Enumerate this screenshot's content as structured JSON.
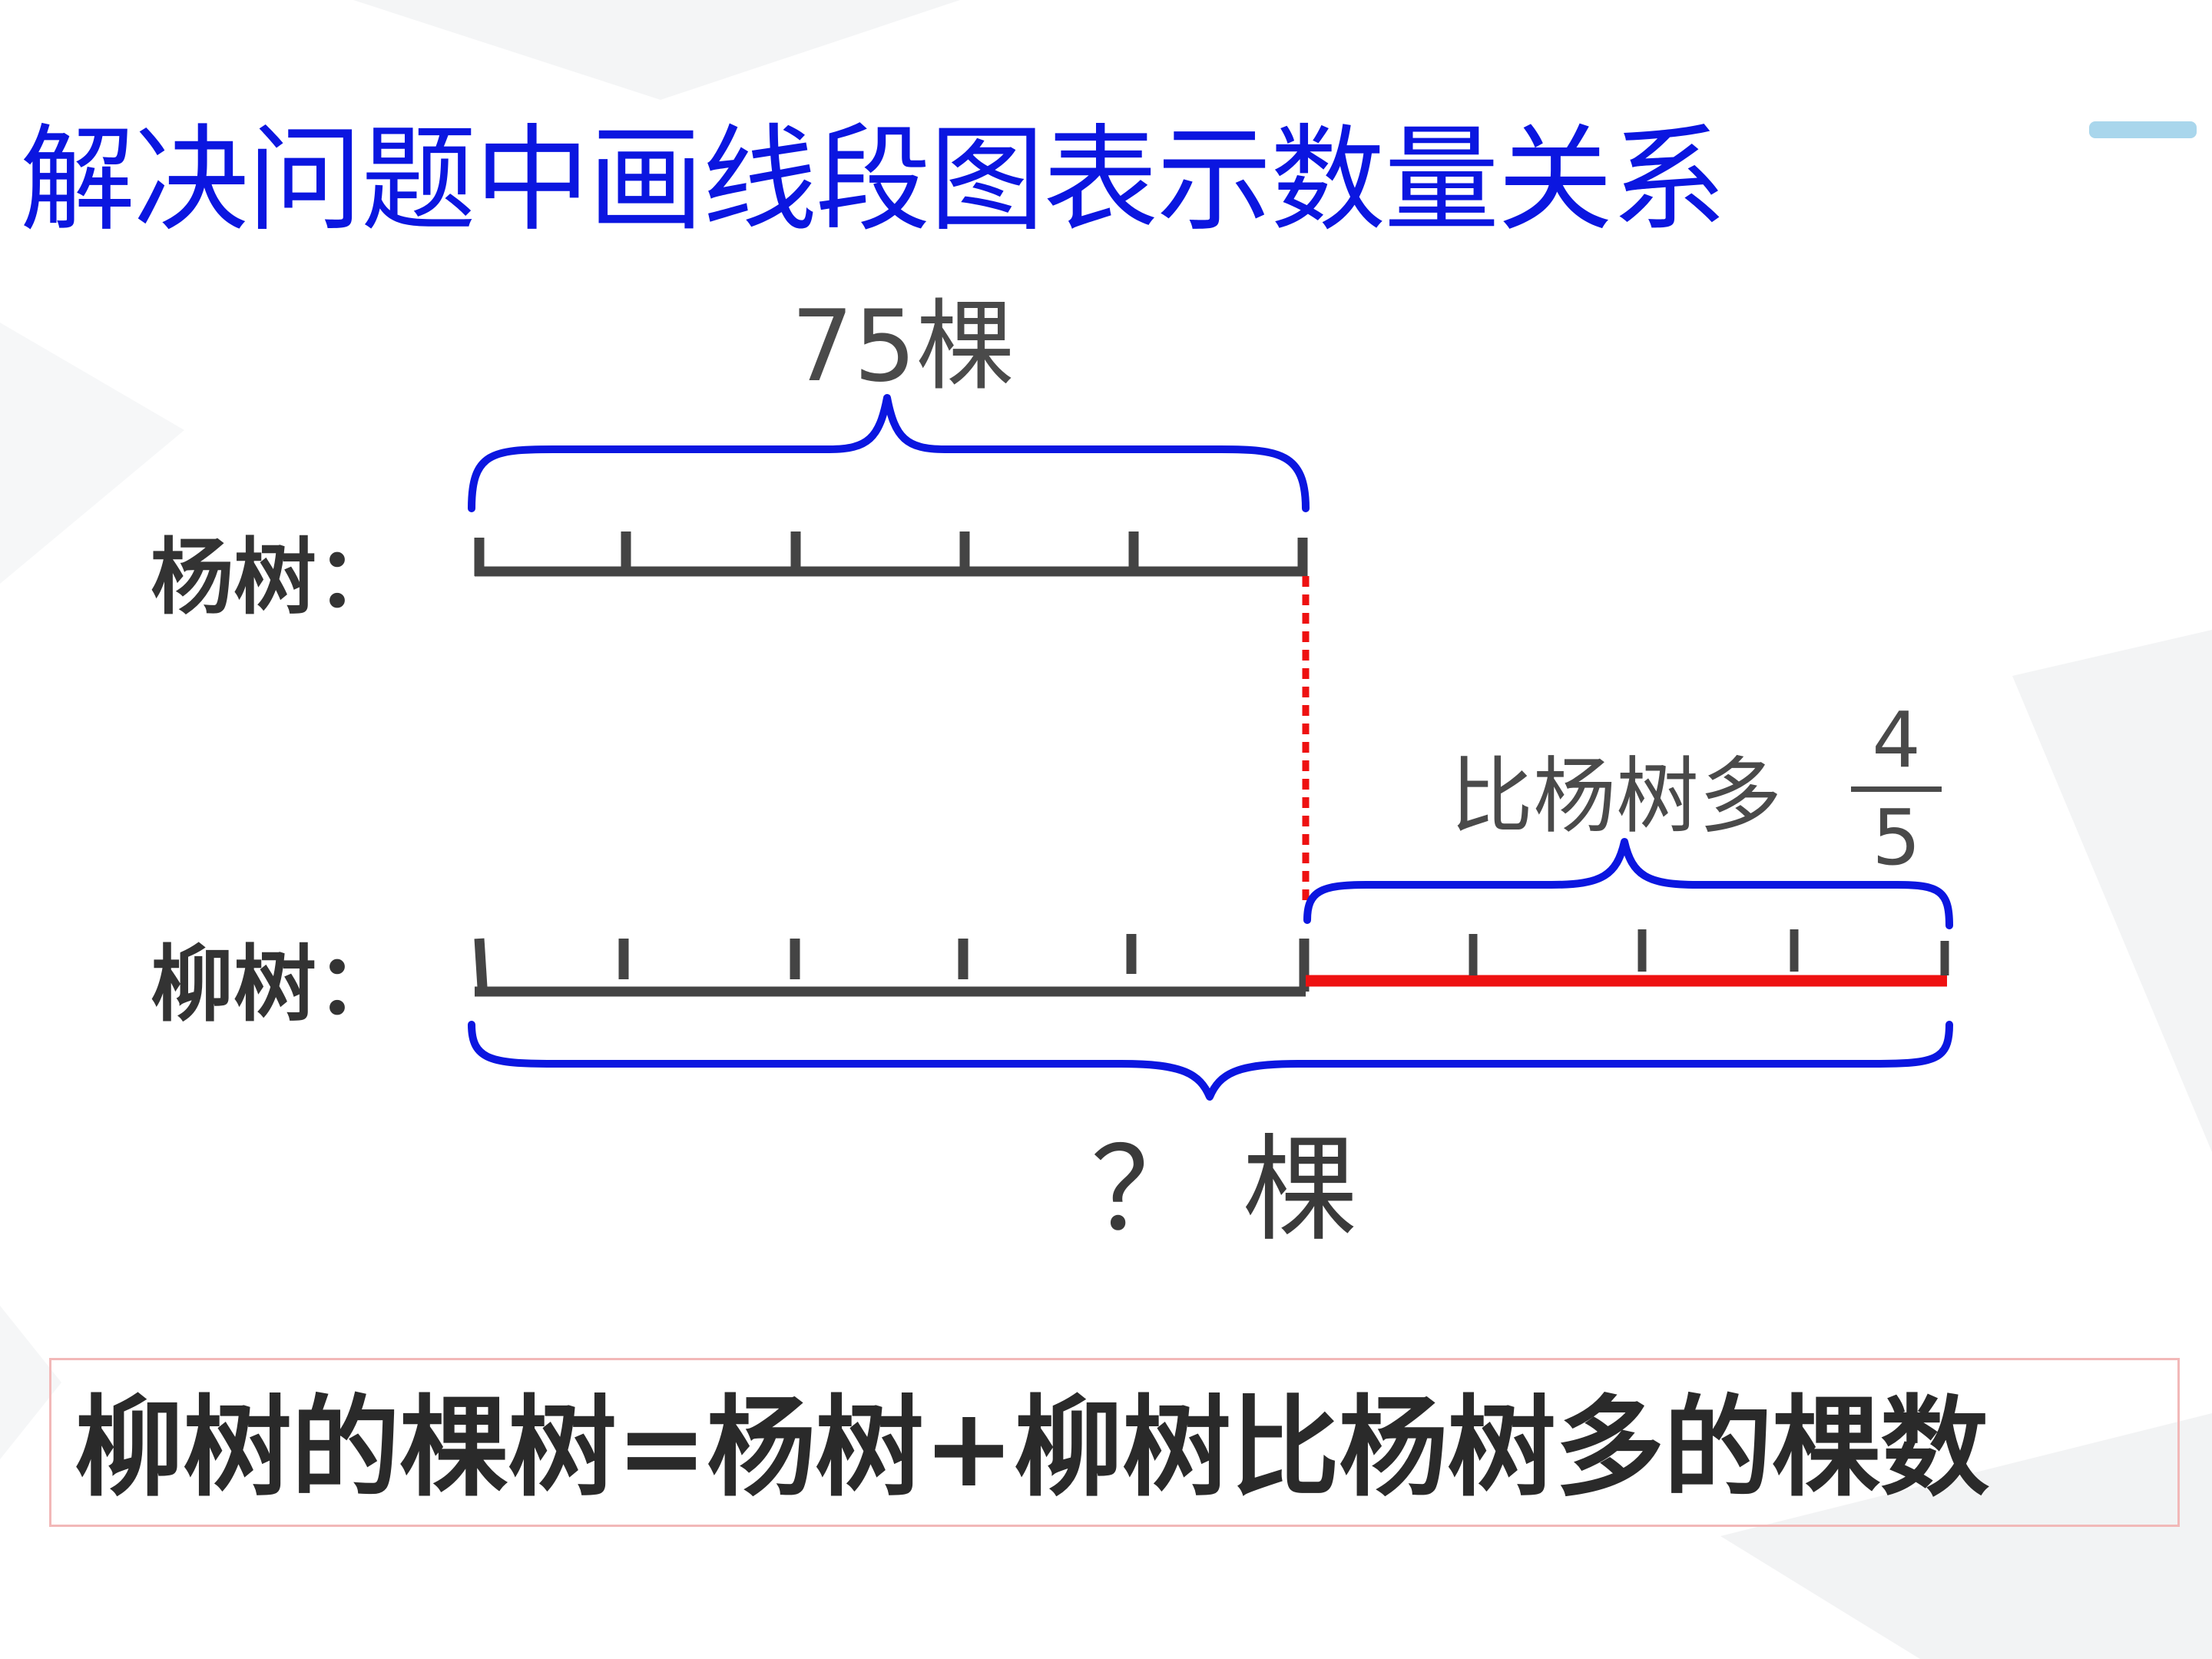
{
  "title": "解决问题中画线段图表示数量关系",
  "rows": {
    "poplar_label": "杨树：",
    "willow_label": "柳树："
  },
  "annotations": {
    "poplar_total": "75棵",
    "more_than_label": "比杨树多",
    "fraction": {
      "numerator": "4",
      "denominator": "5"
    },
    "willow_total": "？ 棵"
  },
  "formula": "柳树的棵树=杨树+柳树比杨树多的棵数",
  "colors": {
    "title": "#0b16e0",
    "brace": "#0b16e0",
    "segment": "#444444",
    "extra_segment": "#ee1111",
    "dotted_connector": "#ee1111"
  },
  "segments": {
    "poplar_parts": 5,
    "willow_base_parts": 5,
    "willow_extra_parts": 4
  }
}
